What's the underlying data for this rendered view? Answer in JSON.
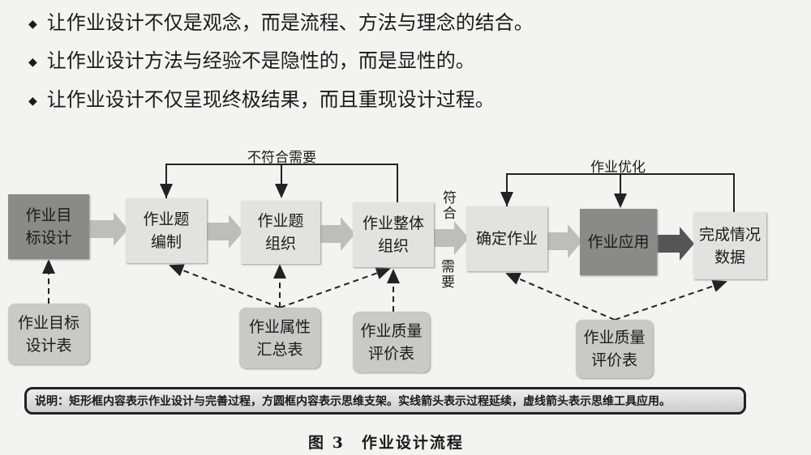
{
  "bullets": [
    "让作业设计不仅是观念，而是流程、方法与理念的结合。",
    "让作业设计方法与经验不是隐性的，而是显性的。",
    "让作业设计不仅呈现终极结果，而且重现设计过程。"
  ],
  "bullet_symbol": "◆",
  "diagram": {
    "process_boxes": [
      "作业目标设计",
      "作业题编制",
      "作业题组织",
      "作业整体组织",
      "确定作业",
      "作业应用",
      "完成情况数据"
    ],
    "tool_boxes": [
      "作业目标设计表",
      "作业属性汇总表",
      "作业质量评价表",
      "作业质量评价表"
    ],
    "loop_label_left": "不符合需要",
    "loop_label_right": "作业优化",
    "branch_label_top": "符合",
    "branch_label_bottom": "需要"
  },
  "note": "说明：矩形框内容表示作业设计与完善过程，方圆框内容表示思维支架。实线箭头表示过程延续，虚线箭头表示思维工具应用。",
  "caption": "图 3　作业设计流程"
}
